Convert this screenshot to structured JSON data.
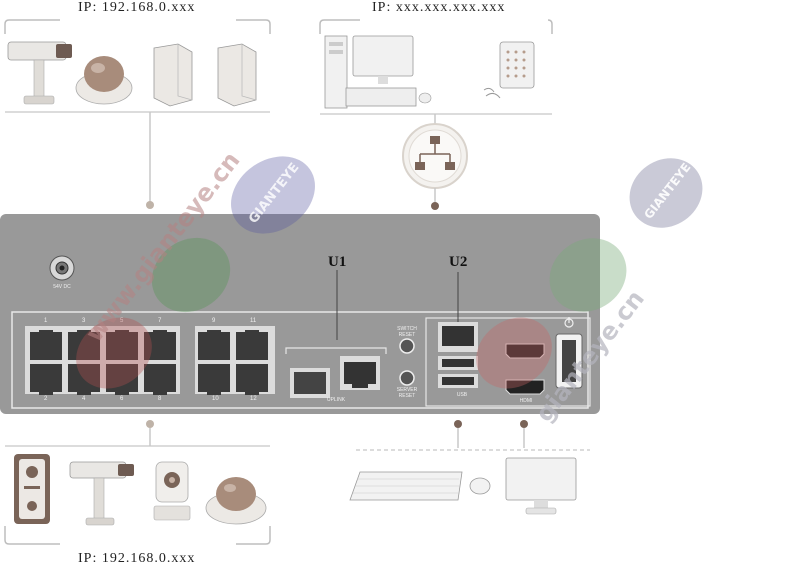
{
  "ip_top_left": "IP: 192.168.0.xxx",
  "ip_top_right": "IP: xxx.xxx.xxx.xxx",
  "ip_bottom": "IP: 192.168.0.xxx",
  "u1_label": "U1",
  "u2_label": "U2",
  "power_label": "54V DC",
  "switch_reset": "SWITCH RESET",
  "server_reset": "SERVER RESET",
  "uplink_label": "UPLINK",
  "usb_label": "USB",
  "hdmi_label": "HDMI",
  "port_numbers_top": [
    "1",
    "3",
    "5",
    "7",
    "9",
    "11"
  ],
  "port_numbers_bottom": [
    "2",
    "4",
    "6",
    "8",
    "10",
    "12"
  ],
  "watermark_logo": "GIANTEYE",
  "watermark_url": "www.gianteye.cn",
  "watermark_url2": "gianteye.cn"
}
